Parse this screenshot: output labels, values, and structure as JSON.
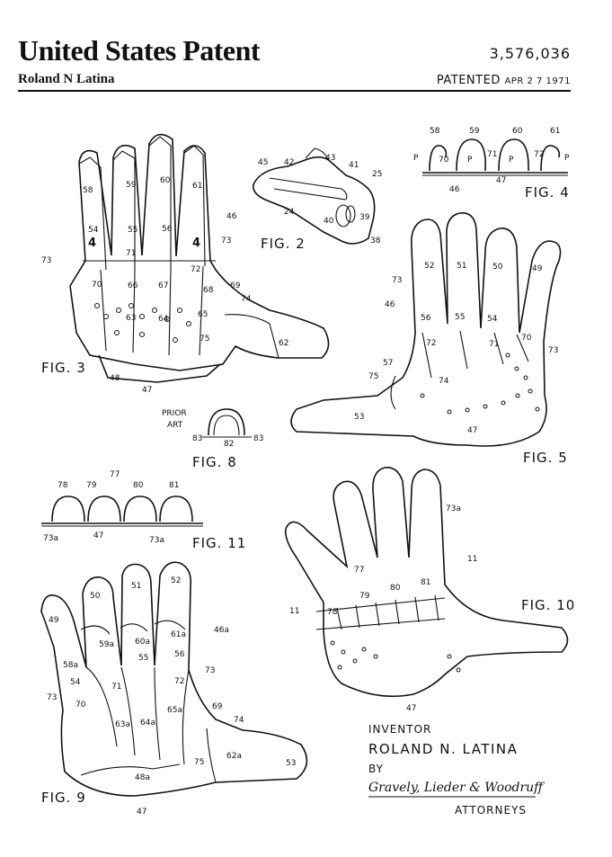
{
  "header": {
    "title": "United States Patent",
    "inventor_name": "Roland N Latina",
    "patent_number": "3,576,036",
    "patented_label": "PATENTED",
    "patented_date": "APR 2 7 1971"
  },
  "figures": {
    "fig2": "FIG. 2",
    "fig3": "FIG. 3",
    "fig4": "FIG. 4",
    "fig5": "FIG. 5",
    "fig8": "FIG. 8",
    "fig9": "FIG. 9",
    "fig10": "FIG. 10",
    "fig11": "FIG. 11",
    "prior_art_1": "PRIOR",
    "prior_art_2": "ART"
  },
  "signature_block": {
    "inventor_label": "INVENTOR",
    "inventor_name": "ROLAND N. LATINA",
    "by_label": "BY",
    "signature": "Gravely, Lieder & Woodruff",
    "attorneys_label": "ATTORNEYS"
  },
  "ref_labels": {
    "fig3": [
      "58",
      "59",
      "60",
      "61",
      "46",
      "54",
      "55",
      "56",
      "73",
      "4",
      "71",
      "4",
      "72",
      "73",
      "70",
      "66",
      "67",
      "68",
      "69",
      "74",
      "63",
      "64",
      "65",
      "75",
      "62",
      "48",
      "47"
    ],
    "fig2": [
      "45",
      "42",
      "43",
      "41",
      "25",
      "24",
      "40",
      "39",
      "38"
    ],
    "fig4": [
      "58",
      "59",
      "60",
      "61",
      "P",
      "70",
      "P",
      "71",
      "P",
      "72",
      "P",
      "46",
      "47"
    ],
    "fig5": [
      "52",
      "51",
      "50",
      "49",
      "73",
      "46",
      "56",
      "55",
      "54",
      "70",
      "72",
      "71",
      "73",
      "57",
      "75",
      "74",
      "53",
      "47"
    ],
    "fig8": [
      "83",
      "82",
      "83"
    ],
    "fig11": [
      "77",
      "78",
      "79",
      "80",
      "81",
      "73a",
      "47",
      "73a"
    ],
    "fig9": [
      "49",
      "50",
      "51",
      "52",
      "46a",
      "59a",
      "60a",
      "61a",
      "58a",
      "55",
      "56",
      "54",
      "71",
      "72",
      "73",
      "70",
      "73",
      "63a",
      "64a",
      "65a",
      "69",
      "74",
      "48a",
      "75",
      "62a",
      "53",
      "47"
    ],
    "fig10": [
      "73a",
      "11",
      "77",
      "78",
      "79",
      "80",
      "81",
      "11",
      "47"
    ]
  },
  "signature_text": "Gravely, Lieder & Woodruff"
}
